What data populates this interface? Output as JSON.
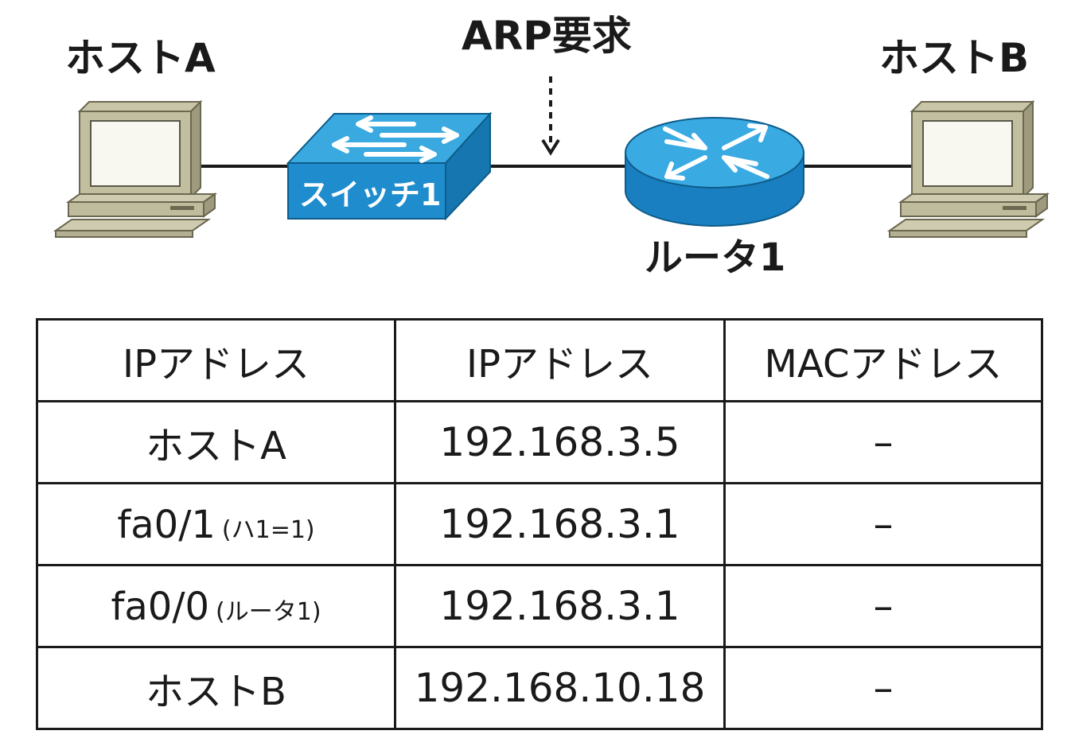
{
  "diagram": {
    "host_a": "ホストA",
    "host_b": "ホストB",
    "arp": "ARP要求",
    "switch": "スイッチ1",
    "router": "ルータ1"
  },
  "table": {
    "headers": [
      "IPアドレス",
      "IPアドレス",
      "MACアドレス"
    ],
    "rows": [
      {
        "device": "ホストA",
        "sub": "",
        "ip": "192.168.3.5",
        "mac": "–"
      },
      {
        "device": "fa0/1",
        "sub": "(ハ1=1)",
        "ip": "192.168.3.1",
        "mac": "–"
      },
      {
        "device": "fa0/0",
        "sub": "(ルータ1)",
        "ip": "192.168.3.1",
        "mac": "–"
      },
      {
        "device": "ホストB",
        "sub": "",
        "ip": "192.168.10.18",
        "mac": "–"
      }
    ]
  }
}
